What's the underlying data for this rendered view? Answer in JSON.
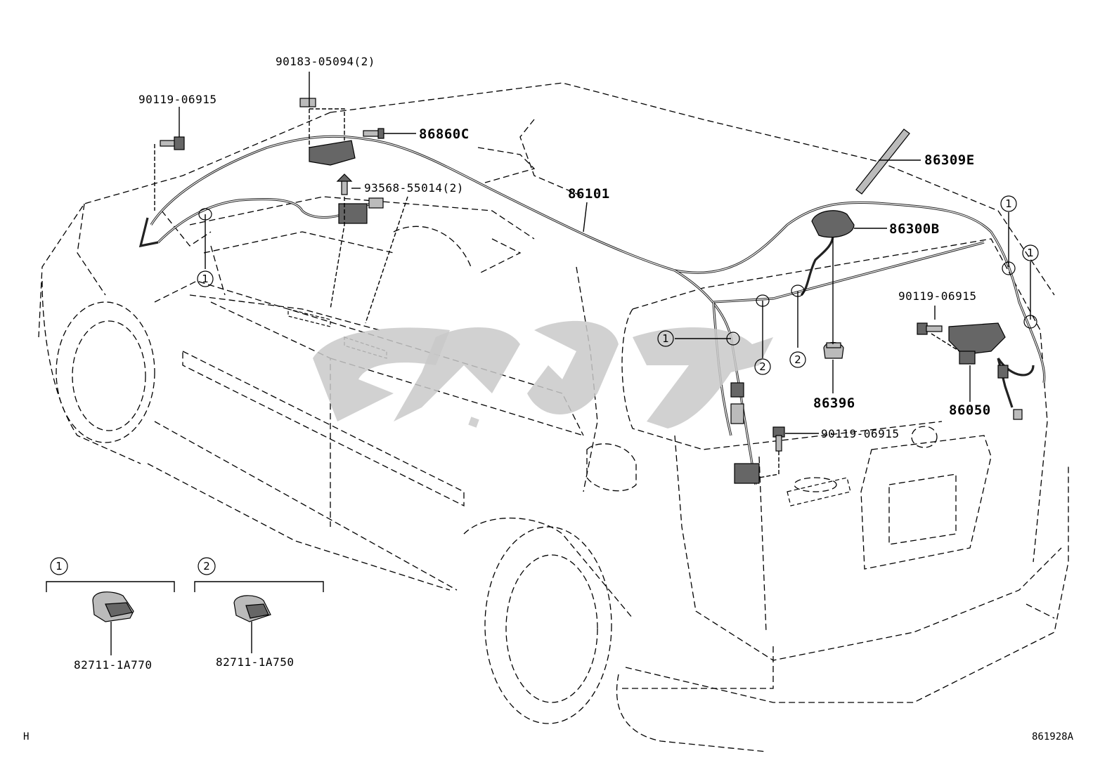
{
  "labels": {
    "nut_roof": "90183-05094(2)",
    "bolt_front": "90119-06915",
    "cord_front": "86860C",
    "screw_front": "93568-55014(2)",
    "cord_main": "86101",
    "antenna_rod": "86309E",
    "antenna_base": "86300B",
    "bolt_right": "90119-06915",
    "amplifier": "86050",
    "grommet": "86396",
    "bolt_rear": "90119-06915",
    "clamp_1": "82711-1A770",
    "clamp_2": "82711-1A750"
  },
  "callouts": {
    "one": "1",
    "two": "2"
  },
  "footer": {
    "left_code": "H",
    "right_code": "861928A"
  },
  "colors": {
    "line": "#000000",
    "watermark": "#c9c9c9"
  }
}
